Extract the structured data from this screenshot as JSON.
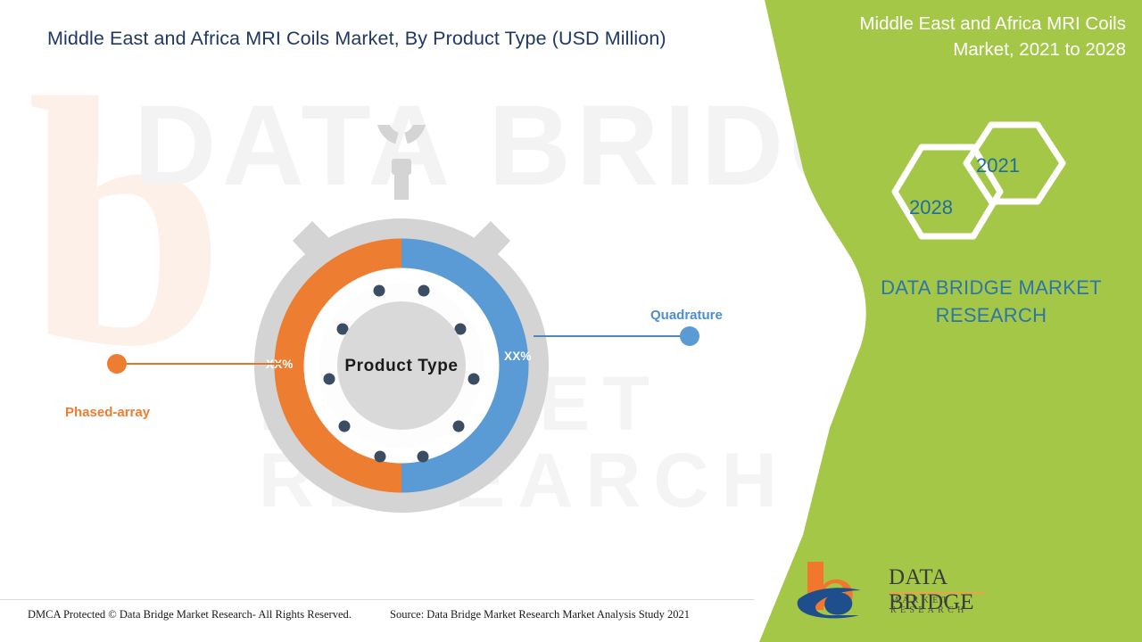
{
  "left": {
    "title": "Middle East and Africa MRI Coils Market, By Product Type (USD Million)"
  },
  "watermark": {
    "line1": "DATA BRIDGE",
    "line2": "MARKET RESEARCH",
    "mark": "b"
  },
  "chart_data": {
    "type": "pie",
    "title": "Middle East and Africa MRI Coils Market, By Product Type (USD Million)",
    "center_label": "Product  Type",
    "categories": [
      "Phased-array",
      "Quadrature"
    ],
    "values": [
      50,
      50
    ],
    "value_labels": [
      "XX%",
      "XX%"
    ],
    "colors": [
      "#ed7d31",
      "#5b9bd5"
    ],
    "legend_position": "callout",
    "series": [
      {
        "name": "Phased-array",
        "value": 50,
        "label": "XX%",
        "color": "#ed7d31"
      },
      {
        "name": "Quadrature",
        "value": 50,
        "label": "XX%",
        "color": "#5b9bd5"
      }
    ]
  },
  "callouts": {
    "left": {
      "label": "Phased-array",
      "percent": "XX%"
    },
    "right": {
      "label": "Quadrature",
      "percent": "XX%"
    }
  },
  "panel": {
    "title": "Middle East and Africa MRI Coils Market, 2021 to 2028",
    "brand": "DATA BRIDGE MARKET RESEARCH",
    "hexagons": [
      {
        "year": "2021"
      },
      {
        "year": "2028"
      }
    ]
  },
  "footer": {
    "left": "DMCA Protected © Data Bridge Market Research- All Rights Reserved.",
    "right": "Source: Data Bridge Market Research Market Analysis Study 2021"
  },
  "logo": {
    "name": "DATA BRIDGE",
    "tagline": "MARKET  RESEARCH"
  },
  "colors": {
    "green": "#a4c747",
    "orange": "#ed7d31",
    "blue": "#5b9bd5",
    "navy": "#1f3864",
    "gray": "#d4d4d4",
    "dot_navy": "#3b4d63"
  }
}
